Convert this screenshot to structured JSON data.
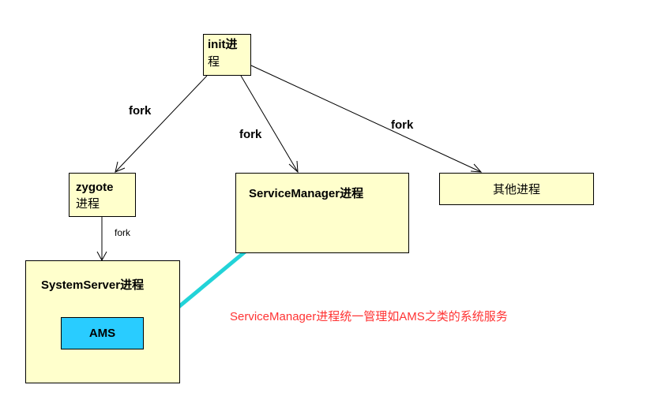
{
  "nodes": {
    "init": {
      "line1": "init进",
      "line2": "程"
    },
    "zygote": {
      "line1": "zygote",
      "line2": "进程"
    },
    "service_manager": {
      "label": "ServiceManager进程"
    },
    "other": {
      "label": "其他进程"
    },
    "system_server": {
      "label": "SystemServer进程"
    },
    "ams": {
      "label": "AMS"
    }
  },
  "edges": {
    "init_to_zygote": {
      "label": "fork"
    },
    "init_to_service_manager": {
      "label": "fork"
    },
    "init_to_other": {
      "label": "fork"
    },
    "zygote_to_system_server": {
      "label": "fork"
    }
  },
  "annotation": {
    "text": "ServiceManager进程统一管理如AMS之类的系统服务",
    "color": "#ff3333"
  },
  "colors": {
    "box_fill": "#ffffcc",
    "ams_fill": "#29ccff",
    "highlight_arrow": "#22d3d8"
  }
}
